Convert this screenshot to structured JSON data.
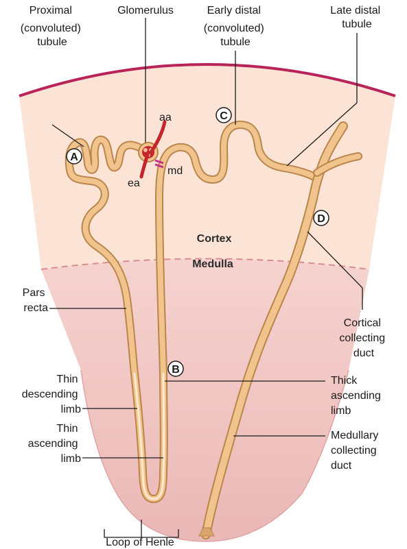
{
  "labels": {
    "proximal_tubule": [
      "Proximal",
      "(convoluted)",
      "tubule"
    ],
    "glomerulus": "Glomerulus",
    "early_distal": [
      "Early distal",
      "(convoluted)",
      "tubule"
    ],
    "late_distal": [
      "Late distal",
      "tubule"
    ],
    "aa": "aa",
    "ea": "ea",
    "md": "md",
    "cortex": "Cortex",
    "medulla": "Medulla",
    "pars_recta": [
      "Pars",
      "recta"
    ],
    "thin_descending": [
      "Thin",
      "descending",
      "limb"
    ],
    "thin_ascending": [
      "Thin",
      "ascending",
      "limb"
    ],
    "cortical_collecting": [
      "Cortical",
      "collecting",
      "duct"
    ],
    "thick_ascending": [
      "Thick",
      "ascending",
      "limb"
    ],
    "medullary_collecting": [
      "Medullary",
      "collecting",
      "duct"
    ],
    "loop_of_henle": "Loop of Henle"
  },
  "markers": {
    "a": "A",
    "b": "B",
    "c": "C",
    "d": "D"
  },
  "colors": {
    "cortex_fill": "#fbe3d6",
    "medulla_fill": "#f1c7c3",
    "capsule_line": "#b8245a",
    "tubule_fill": "#f2c48d",
    "tubule_outline": "#b9854a",
    "arteriole": "#c4262e",
    "macula_densa": "#c0318f"
  }
}
